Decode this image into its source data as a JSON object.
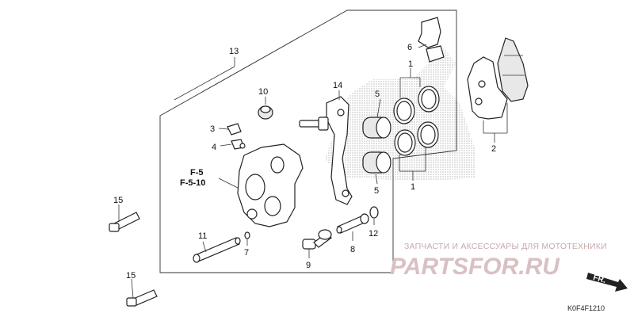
{
  "callouts": {
    "c1a": "1",
    "c1b": "1",
    "c2": "2",
    "c3": "3",
    "c4": "4",
    "c5a": "5",
    "c5b": "5",
    "c6": "6",
    "c7": "7",
    "c8": "8",
    "c9": "9",
    "c10": "10",
    "c11": "11",
    "c12": "12",
    "c13": "13",
    "c14": "14",
    "c15a": "15",
    "c15b": "15"
  },
  "refs": {
    "ref1": "F-5",
    "ref2": "F-5-10"
  },
  "watermark": {
    "subtitle": "ЗАПЧАСТИ И АКСЕССУАРЫ ДЛЯ МОТОТЕХНИКИ",
    "brand": "PARTSFOR.RU"
  },
  "direction_label": "FR.",
  "diagram_code": "K0F4F1210"
}
